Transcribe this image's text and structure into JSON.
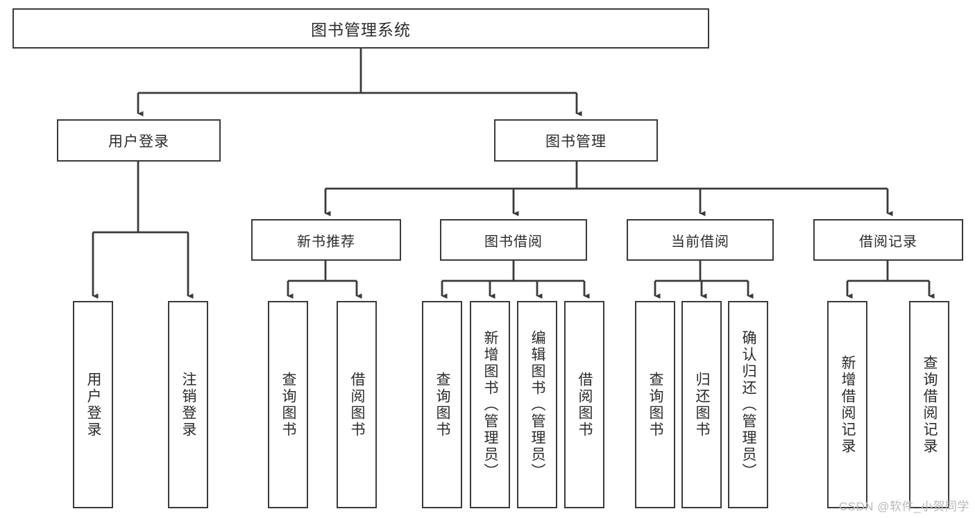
{
  "diagram": {
    "title": "图书管理系统",
    "type": "hierarchy-tree",
    "root": {
      "label": "图书管理系统"
    },
    "level1": [
      {
        "label": "用户登录"
      },
      {
        "label": "图书管理"
      }
    ],
    "level2": [
      {
        "label": "新书推荐"
      },
      {
        "label": "图书借阅"
      },
      {
        "label": "当前借阅"
      },
      {
        "label": "借阅记录"
      }
    ],
    "leaves": {
      "user_login": [
        {
          "label": "用户登录"
        },
        {
          "label": "注销登录"
        }
      ],
      "new_book_recommend": [
        {
          "label": "查询图书"
        },
        {
          "label": "借阅图书"
        }
      ],
      "book_borrow": [
        {
          "label": "查询图书"
        },
        {
          "label": "新增图书（管理员）"
        },
        {
          "label": "编辑图书（管理员）"
        },
        {
          "label": "借阅图书"
        }
      ],
      "current_borrow": [
        {
          "label": "查询图书"
        },
        {
          "label": "归还图书"
        },
        {
          "label": "确认归还（管理员）"
        }
      ],
      "borrow_record": [
        {
          "label": "新增借阅记录"
        },
        {
          "label": "查询借阅记录"
        }
      ]
    }
  },
  "watermark": {
    "text": "CSDN @软件_小贺同学"
  },
  "colors": {
    "background": "#ffffff",
    "border": "#3a3a3a",
    "text": "#2b2b2b",
    "watermark": "#b9b9b9"
  }
}
